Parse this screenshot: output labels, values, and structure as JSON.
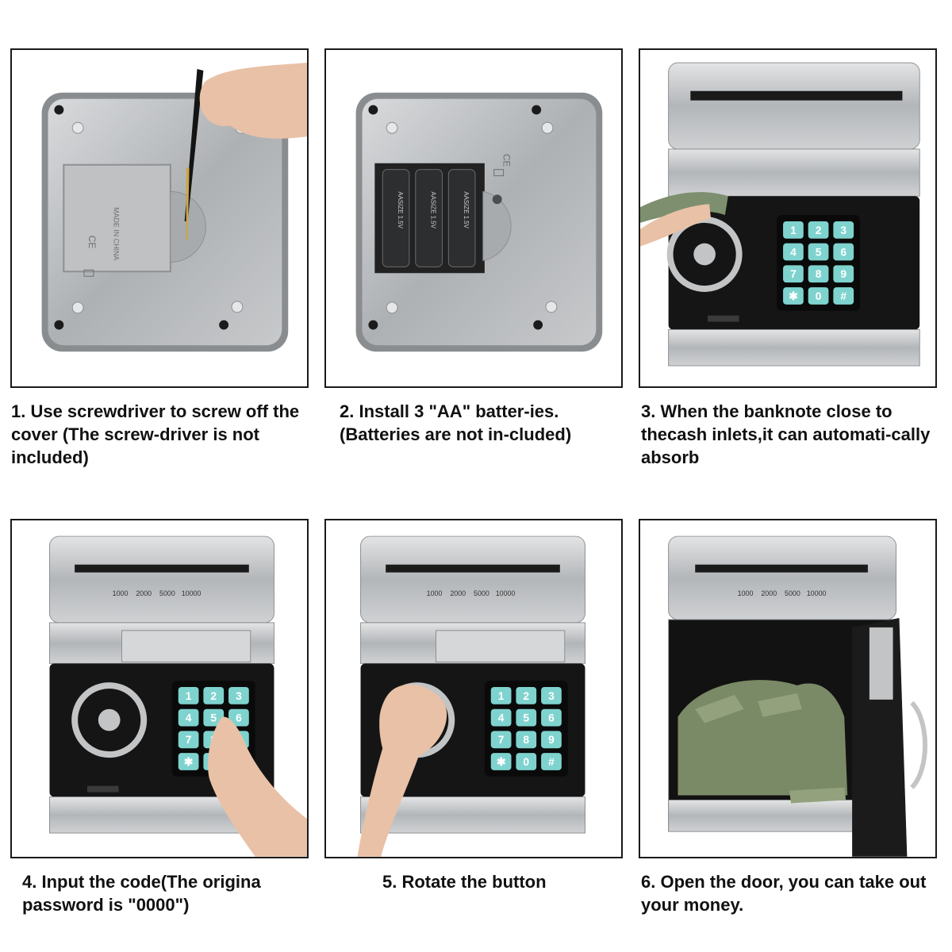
{
  "steps": [
    {
      "number": "1",
      "text": "1. Use screwdriver to screw off the cover (The screw-driver is not included)"
    },
    {
      "number": "2",
      "text": "2. Install 3 \"AA\" batter-ies. (Batteries are not in-cluded)"
    },
    {
      "number": "3",
      "text": "3. When the banknote close to thecash inlets,it can automati-cally absorb"
    },
    {
      "number": "4",
      "text": "4. Input the code(The origina password is \"0000\")"
    },
    {
      "number": "5",
      "text": "5. Rotate the button"
    },
    {
      "number": "6",
      "text": "6. Open the door, you can take out your money."
    }
  ],
  "cover_label": {
    "made_in": "MADE IN CHINA",
    "ce": "CE"
  },
  "battery_label": "AASIZE 1.5V",
  "denominations": [
    "1000",
    "2000",
    "5000",
    "10000"
  ],
  "keypad_keys": [
    "1",
    "2",
    "3",
    "4",
    "5",
    "6",
    "7",
    "8",
    "9",
    "✱",
    "0",
    "#"
  ],
  "colors": {
    "silver": "#b9bcbf",
    "keypad": "#7fd3cf",
    "panel_black": "#151515",
    "border": "#1a1a1a",
    "cash": "#7a8a66"
  }
}
